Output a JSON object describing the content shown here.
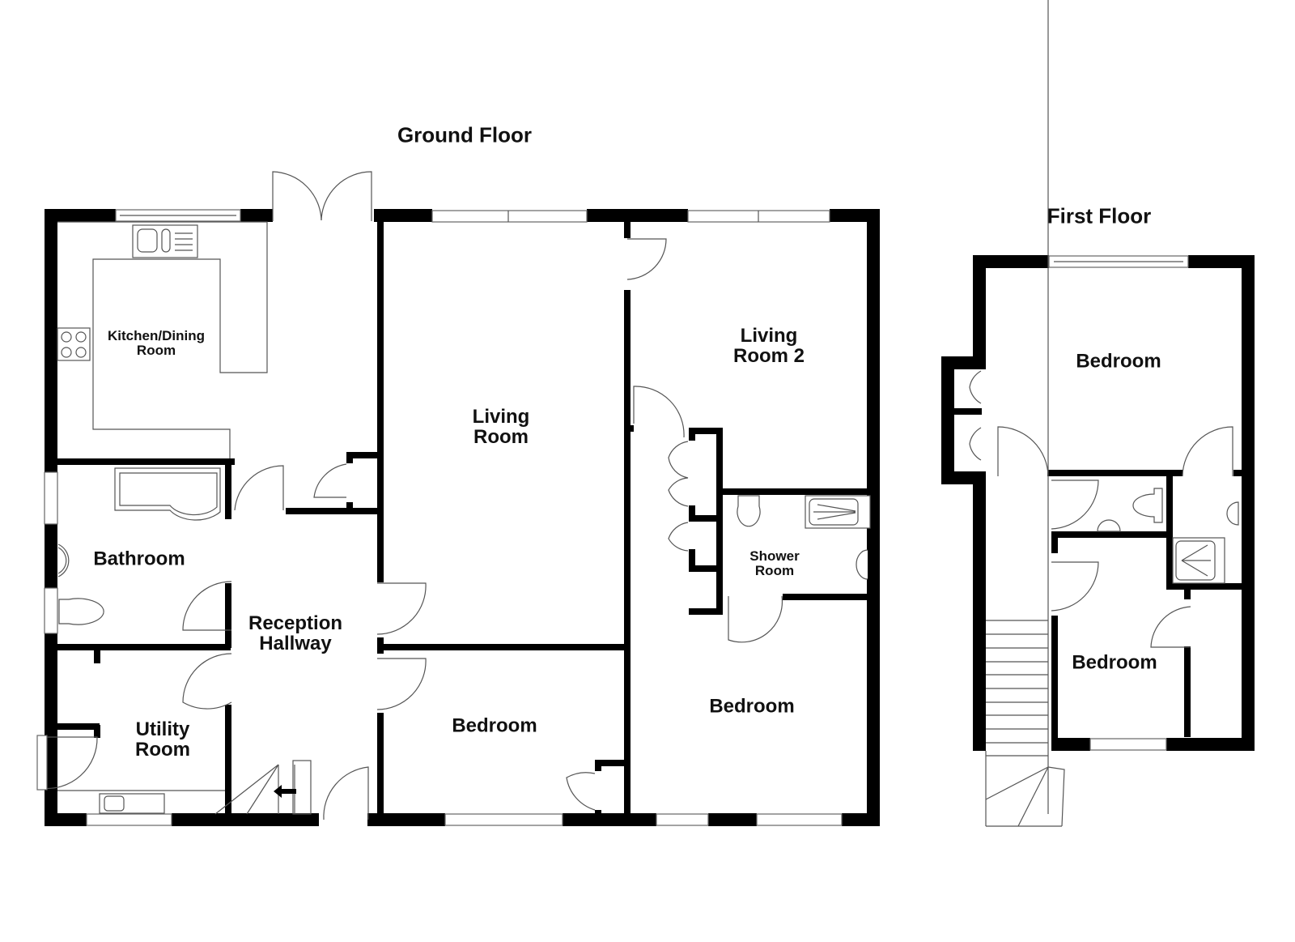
{
  "plan": {
    "ground_floor": {
      "title": "Ground Floor",
      "rooms": {
        "kitchen": "Kitchen/Dining Room",
        "kitchen_l1": "Kitchen/Dining",
        "kitchen_l2": "Room",
        "bathroom": "Bathroom",
        "utility_l1": "Utility",
        "utility_l2": "Room",
        "hallway_l1": "Reception",
        "hallway_l2": "Hallway",
        "living_l1": "Living",
        "living_l2": "Room",
        "living2_l1": "Living",
        "living2_l2": "Room 2",
        "shower_l1": "Shower",
        "shower_l2": "Room",
        "bedroom_front": "Bedroom",
        "bedroom_rear": "Bedroom"
      }
    },
    "first_floor": {
      "title": "First Floor",
      "rooms": {
        "bedroom_main": "Bedroom",
        "bedroom_small": "Bedroom"
      }
    },
    "icons": [
      "stairs-arrow-icon",
      "door-swing-icon",
      "window-icon",
      "sink-icon",
      "hob-icon",
      "bath-icon",
      "toilet-icon",
      "shower-tray-icon",
      "basin-icon"
    ]
  }
}
